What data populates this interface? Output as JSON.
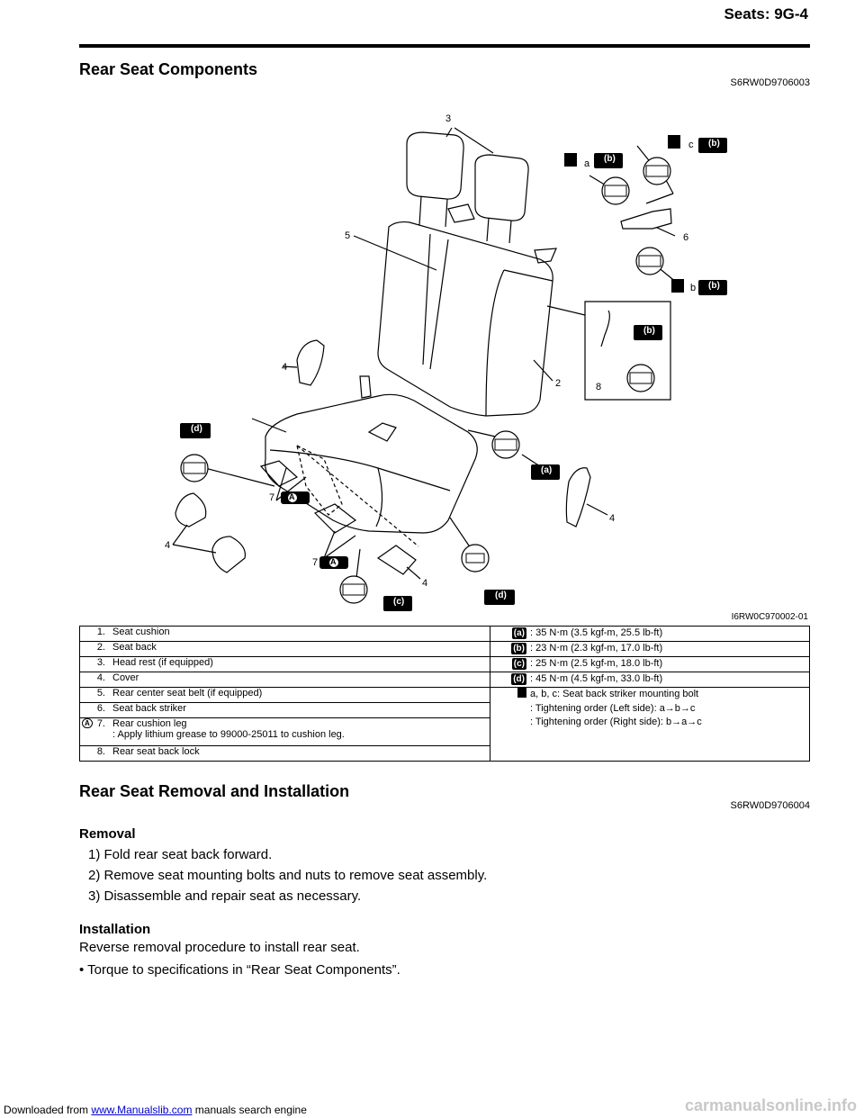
{
  "footer": {
    "prefix": "Downloaded from",
    "link_text": "www.Manualslib.com",
    "suffix": "manuals search engine",
    "watermark": "carmanualsonline.info"
  },
  "header": {
    "title": "Seats:   9G-4"
  },
  "section1": {
    "title": "Rear Seat Components",
    "code": "S6RW0D9706003"
  },
  "figure": {
    "code": "I6RW0C970002-01",
    "labels": {
      "n2": "2",
      "n3": "3",
      "n4a": "4",
      "n4b": "4",
      "n4c": "4",
      "n4d": "4",
      "n5": "5",
      "n6": "6",
      "n7a": "7",
      "n7b": "7",
      "n8": "8",
      "a": "a",
      "b": "b",
      "c": "c",
      "ba": "(a)",
      "bb1": "(b)",
      "bb2": "(b)",
      "bb3": "(b)",
      "bb4": "(b)",
      "bc": "(c)",
      "bd1": "(d)",
      "bd2": "(d)",
      "A1": "A",
      "A2": "A"
    }
  },
  "legend": {
    "items": [
      {
        "num": "1.",
        "text": "Seat cushion"
      },
      {
        "num": "2.",
        "text": "Seat back"
      },
      {
        "num": "3.",
        "text": "Head rest (if equipped)"
      },
      {
        "num": "4.",
        "text": "Cover"
      },
      {
        "num": "5.",
        "text": "Rear center seat belt (if equipped)"
      },
      {
        "num": "6.",
        "text": "Seat back striker"
      },
      {
        "num": "7.",
        "text": "Rear cushion leg",
        "sub": ": Apply lithium grease to 99000-25011 to cushion leg."
      },
      {
        "num": "8.",
        "text": "Rear seat back lock"
      }
    ],
    "torques": [
      {
        "badge": "(a)",
        "value": ":   35 N⋅m (3.5 kgf-m, 25.5 lb-ft)"
      },
      {
        "badge": "(b)",
        "value": ":   23 N⋅m (2.3 kgf-m, 17.0 lb-ft)"
      },
      {
        "badge": "(c)",
        "value": ":   25 N⋅m (2.5 kgf-m, 18.0 lb-ft)"
      },
      {
        "badge": "(d)",
        "value": ":   45 N⋅m (4.5 kgf-m, 33.0 lb-ft)"
      }
    ],
    "striker": {
      "key": "a, b, c:",
      "desc": "Seat back striker mounting bolt",
      "left": ":   Tightening order (Left side): a→b→c",
      "right": ":   Tightening order (Right side): b→a→c"
    },
    "grease_badge": "A"
  },
  "section2": {
    "title": "Rear Seat Removal and Installation",
    "code": "S6RW0D9706004",
    "removal_title": "Removal",
    "steps": [
      "1) Fold rear seat back forward.",
      "2) Remove seat mounting bolts and nuts to remove seat assembly.",
      "3) Disassemble and repair seat as necessary."
    ],
    "install_title": "Installation",
    "install_text": "Reverse removal procedure to install rear seat.",
    "bullet": "•  Torque to specifications in “Rear Seat Components”."
  }
}
